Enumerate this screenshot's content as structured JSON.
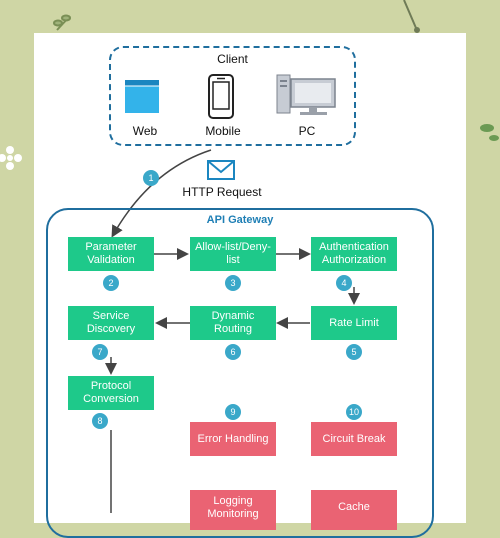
{
  "client": {
    "title": "Client",
    "items": [
      {
        "label": "Web",
        "icon": "browser-window-icon"
      },
      {
        "label": "Mobile",
        "icon": "mobile-phone-icon"
      },
      {
        "label": "PC",
        "icon": "desktop-computer-icon"
      }
    ]
  },
  "request": {
    "number": "1",
    "label": "HTTP Request",
    "icon": "envelope-icon"
  },
  "gateway": {
    "title": "API Gateway",
    "steps": [
      {
        "label": "Parameter Validation",
        "number": "2"
      },
      {
        "label": "Allow-list/Deny-list",
        "number": "3"
      },
      {
        "label": "Authentication Authorization",
        "number": "4"
      },
      {
        "label": "Rate Limit",
        "number": "5"
      },
      {
        "label": "Dynamic Routing",
        "number": "6"
      },
      {
        "label": "Service Discovery",
        "number": "7"
      },
      {
        "label": "Protocol Conversion",
        "number": "8"
      },
      {
        "label": "Error Handling",
        "number": "9"
      },
      {
        "label": "Circuit Break",
        "number": "10"
      },
      {
        "label": "Logging Monitoring",
        "number": ""
      },
      {
        "label": "Cache",
        "number": ""
      }
    ]
  },
  "colors": {
    "background": "#cfd6a5",
    "step_green": "#1ec98a",
    "step_red": "#ea6373",
    "border_blue": "#1f6e9e",
    "number_badge": "#3aa8c9"
  }
}
